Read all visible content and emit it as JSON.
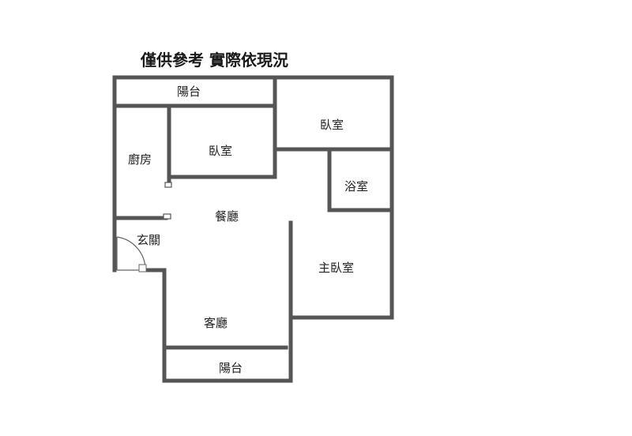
{
  "title": "僅供參考 實際依現況",
  "rooms": {
    "balcony_top": "陽台",
    "bedroom_top_right": "臥室",
    "kitchen": "廚房",
    "bedroom_middle": "臥室",
    "bathroom": "浴室",
    "dining": "餐廳",
    "entrance": "玄關",
    "master_bedroom": "主臥室",
    "living": "客廳",
    "balcony_bottom": "陽台"
  },
  "colors": {
    "wall": "#555555",
    "background": "#ffffff",
    "text": "#222222"
  }
}
